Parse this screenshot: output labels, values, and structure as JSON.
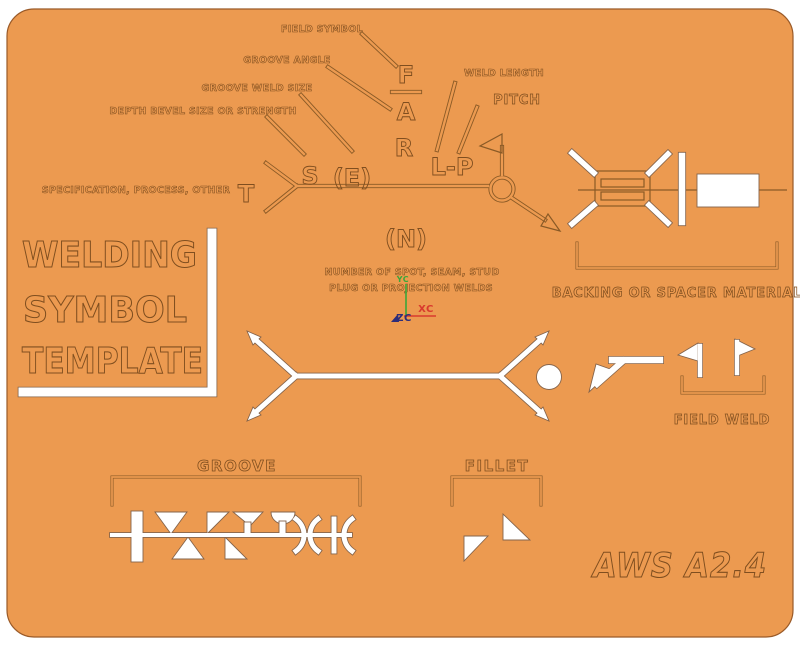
{
  "template": {
    "title_lines": [
      "WELDING",
      "SYMBOL",
      "TEMPLATE"
    ],
    "standard": "AWS A2.4",
    "callouts": {
      "field_symbol": "FIELD SYMBOL",
      "groove_angle": "GROOVE ANGLE",
      "groove_weld_size": "GROOVE WELD SIZE",
      "depth_bevel": "DEPTH BEVEL SIZE OR STRENGTH",
      "weld_length": "WELD LENGTH",
      "pitch": "PITCH",
      "specification": "SPECIFICATION, PROCESS, OTHER",
      "number_line1": "NUMBER OF SPOT, SEAM, STUD",
      "number_line2": "PLUG OR PROJECTION WELDS"
    },
    "symbol_letters": {
      "tail": "T",
      "size": "S",
      "effective": "(E)",
      "finish": "F",
      "angle": "A",
      "root": "R",
      "length_pitch": "L-P",
      "number": "(N)"
    },
    "sections": {
      "backing": "BACKING OR SPACER MATERIAL",
      "field_weld": "FIELD WELD",
      "groove": "GROOVE",
      "fillet": "FILLET"
    },
    "ucs": {
      "x_label": "XC",
      "y_label": "YC",
      "z_label": "ZC"
    },
    "colors": {
      "template_orange": "#EC9A50",
      "engraved_line": "#8a5a26",
      "cutout_white": "#ffffff",
      "ucs_x_red": "#d93a2e",
      "ucs_y_green": "#3aa63a",
      "ucs_z_navy": "#2d2d7a"
    }
  }
}
